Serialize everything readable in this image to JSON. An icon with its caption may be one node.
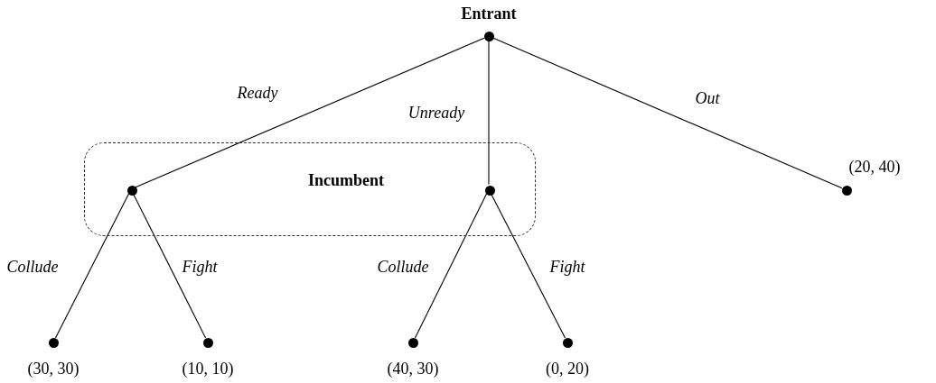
{
  "diagram": {
    "nodes": [
      {
        "text": [],
        "shape": "circle",
        "beside": [
          "Entrant"
        ]
      },
      {
        "text": [
          "Incumbent"
        ]
      },
      {
        "text": [],
        "shape": "circle",
        "in": 1
      },
      {
        "text": [],
        "shape": "circle",
        "in": 1
      },
      {
        "text": [],
        "shape": "circle",
        "beside": [
          "(20, 40)"
        ]
      },
      {
        "text": [],
        "shape": "circle",
        "beside": [
          "(30, 30)"
        ]
      },
      {
        "text": [],
        "shape": "circle",
        "beside": [
          "(10, 10)"
        ]
      },
      {
        "text": [],
        "shape": "circle",
        "beside": [
          "(40, 30)"
        ]
      },
      {
        "text": [],
        "shape": "circle",
        "beside": [
          "(0, 20)"
        ]
      }
    ],
    "edges": [
      {
        "from": 0,
        "to": 2,
        "arrow": "none",
        "label": "Ready"
      },
      {
        "from": 0,
        "to": 3,
        "arrow": "none",
        "label": "Unready"
      },
      {
        "from": 0,
        "to": 4,
        "arrow": "none",
        "label": "Out"
      },
      {
        "from": 2,
        "to": 5,
        "arrow": "none",
        "label": "Collude"
      },
      {
        "from": 2,
        "to": 6,
        "arrow": "none",
        "label": "Fight"
      },
      {
        "from": 3,
        "to": 7,
        "arrow": "none",
        "label": "Collude"
      },
      {
        "from": 3,
        "to": 8,
        "arrow": "none",
        "label": "Fight"
      }
    ]
  }
}
